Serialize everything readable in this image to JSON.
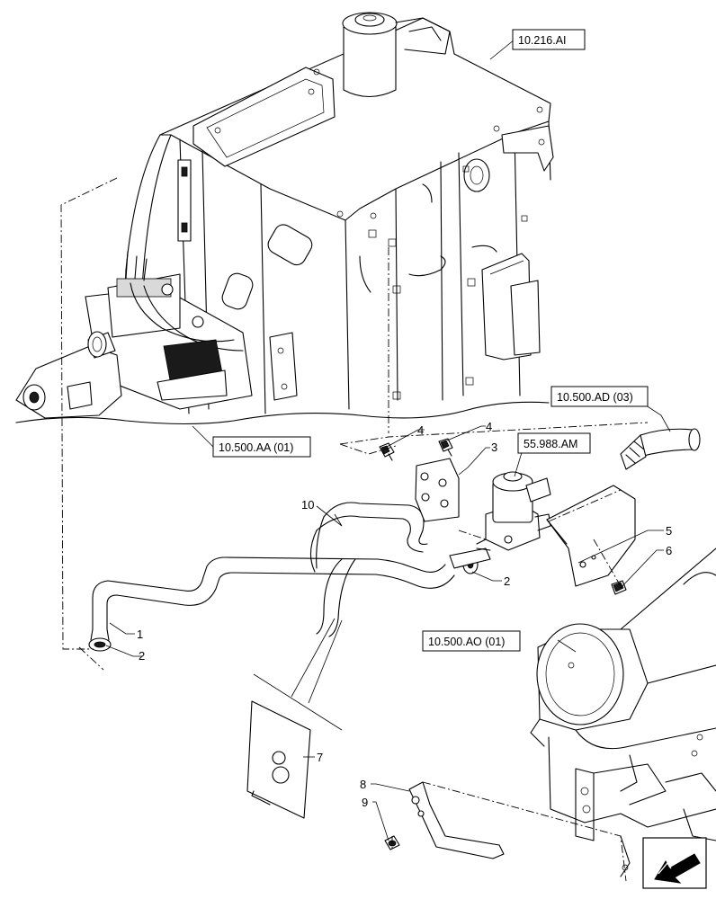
{
  "references": {
    "tank": "10.216.AI",
    "valve_block": "10.500.AA (01)",
    "hose_ref": "10.500.AD (03)",
    "solenoid": "55.988.AM",
    "muffler": "10.500.AO (01)"
  },
  "callouts": {
    "c1": "1",
    "c2a": "2",
    "c2b": "2",
    "c3": "3",
    "c4a": "4",
    "c4b": "4",
    "c5": "5",
    "c6": "6",
    "c7": "7",
    "c8": "8",
    "c9": "9",
    "c10": "10"
  },
  "icons": {
    "direction": "front-direction-arrow-icon"
  }
}
